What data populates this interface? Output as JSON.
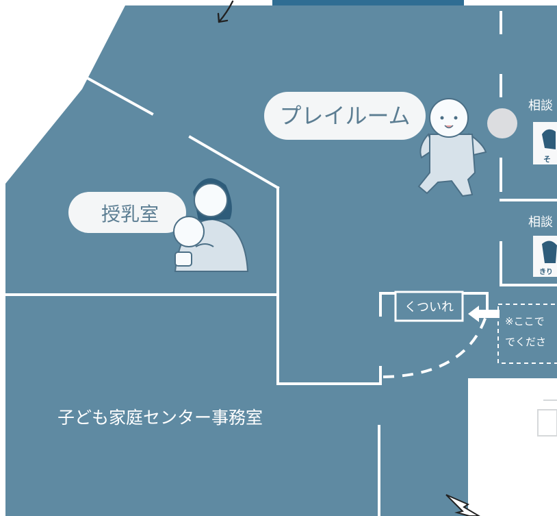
{
  "rooms": {
    "playroom": {
      "label": "プレイルーム"
    },
    "nursing": {
      "label": "授乳室"
    },
    "office": {
      "label": "子ども家庭センター事務室"
    },
    "consult_1": {
      "label": "相談",
      "sign_fragment": "そ"
    },
    "consult_2": {
      "label": "相談",
      "sign_fragment": "きり"
    }
  },
  "shoe_rack": {
    "label": "くついれ"
  },
  "notice": {
    "line1": "※ここで",
    "line2": "でくださ"
  },
  "colors": {
    "floor": "#5f8aa2",
    "wall": "#ffffff",
    "banner": "#2f6d93",
    "badge": "#f4f6f7",
    "figure": "#d7e2ea"
  },
  "icons": [
    "pointer-arrow-icon",
    "cursor-icon",
    "baby-icon",
    "mother-baby-icon",
    "elephant-sign-icon",
    "animal-sign-icon",
    "left-arrow-icon",
    "door-icon"
  ]
}
